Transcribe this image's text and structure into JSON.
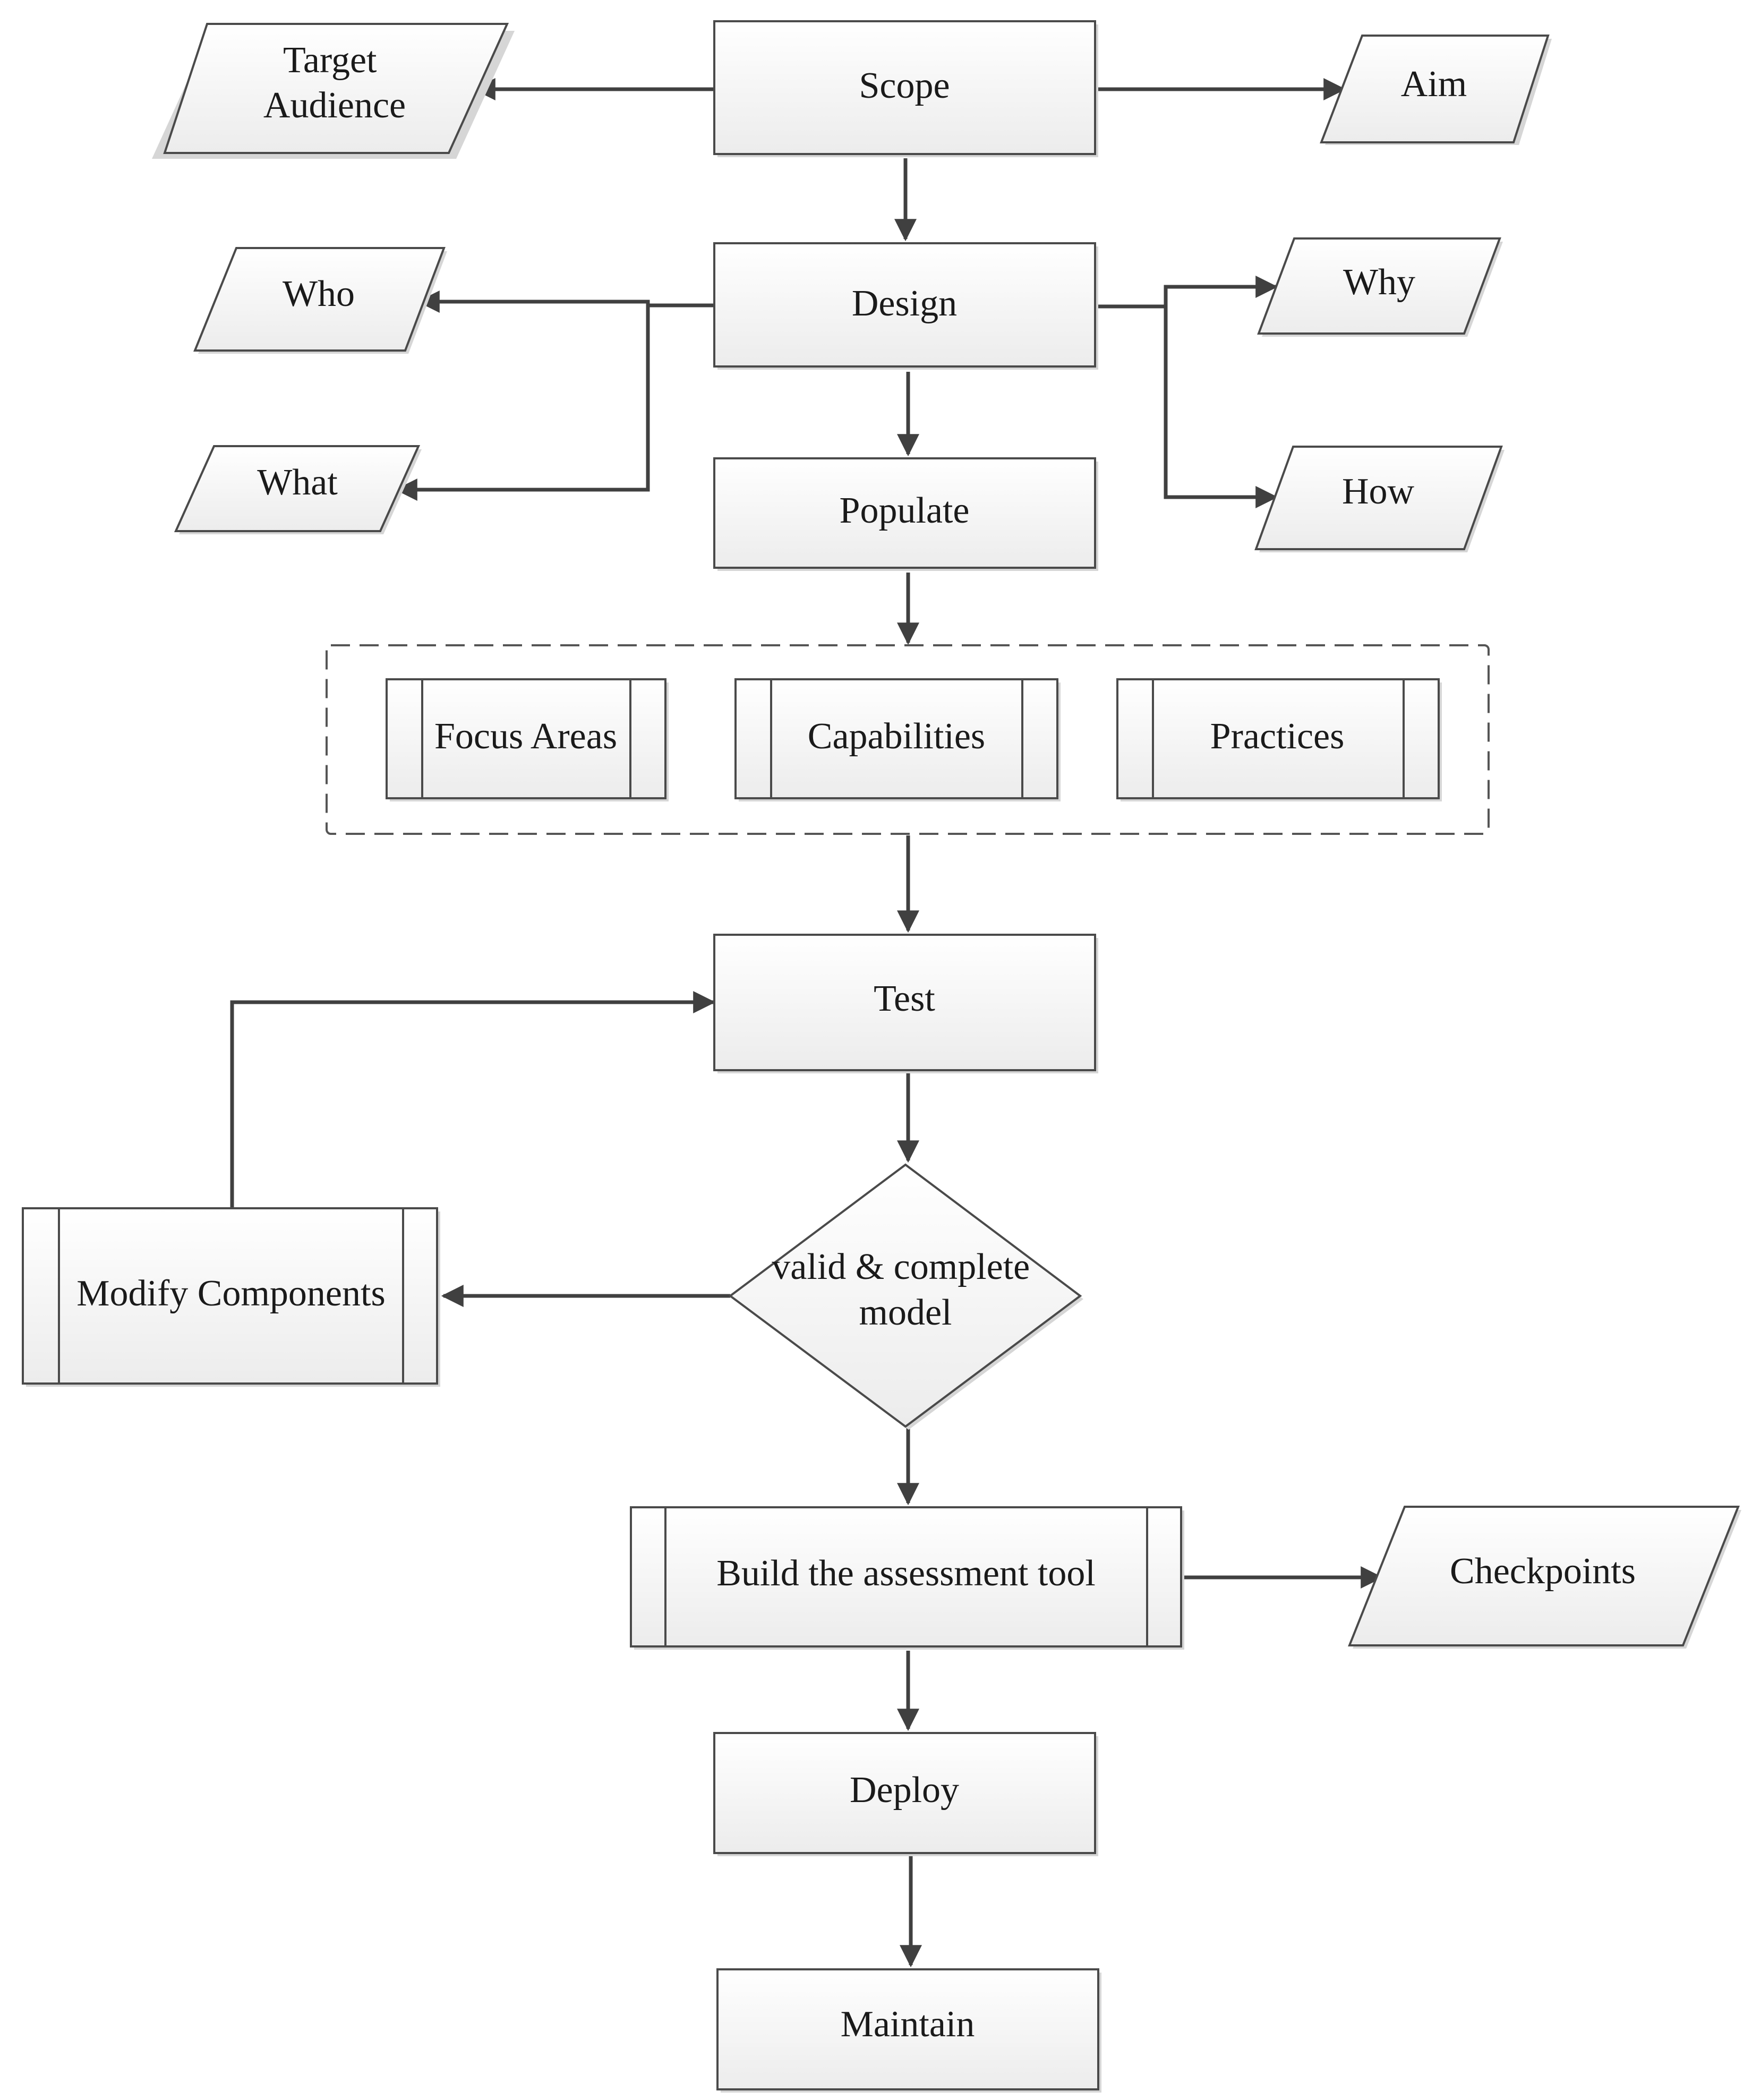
{
  "nodes": {
    "target_audience": [
      "Target",
      "Audience"
    ],
    "scope": "Scope",
    "aim": "Aim",
    "who": "Who",
    "design": "Design",
    "why": "Why",
    "what": "What",
    "populate": "Populate",
    "how": "How",
    "focus_areas": "Focus Areas",
    "capabilities": "Capabilities",
    "practices": "Practices",
    "test": "Test",
    "modify_components": "Modify Components",
    "decision": [
      "valid & complete",
      "model"
    ],
    "build_tool": "Build the assessment tool",
    "checkpoints": "Checkpoints",
    "deploy": "Deploy",
    "maintain": "Maintain"
  }
}
